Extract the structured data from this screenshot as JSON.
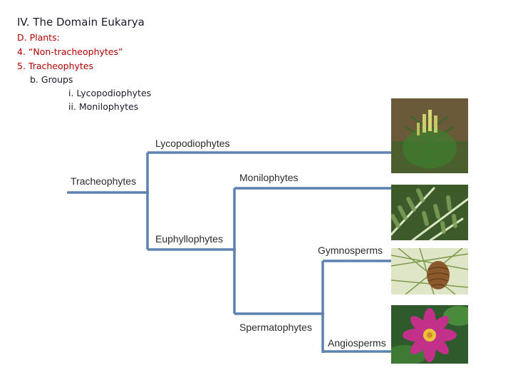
{
  "slide": {
    "title": "IV. The Domain Eukarya",
    "outline": {
      "d": "D. Plants:",
      "item4": "4. “Non-tracheophytes”",
      "item5": "5. Tracheophytes",
      "b": "b. Groups",
      "i": "i. Lycopodiophytes",
      "ii": "ii. Monilophytes"
    }
  },
  "tree": {
    "labels": {
      "tracheophytes": "Tracheophytes",
      "lycopodiophytes": "Lycopodiophytes",
      "euphyllophytes": "Euphyllophytes",
      "monilophytes": "Monilophytes",
      "spermatophytes": "Spermatophytes",
      "gymnosperms": "Gymnosperms",
      "angiosperms": "Angiosperms"
    },
    "line_color": "#5b82b0"
  },
  "photos": {
    "lycopod": "club-moss-photo",
    "fern": "fern-photo",
    "pine": "pine-cone-photo",
    "lily": "water-lily-photo"
  }
}
